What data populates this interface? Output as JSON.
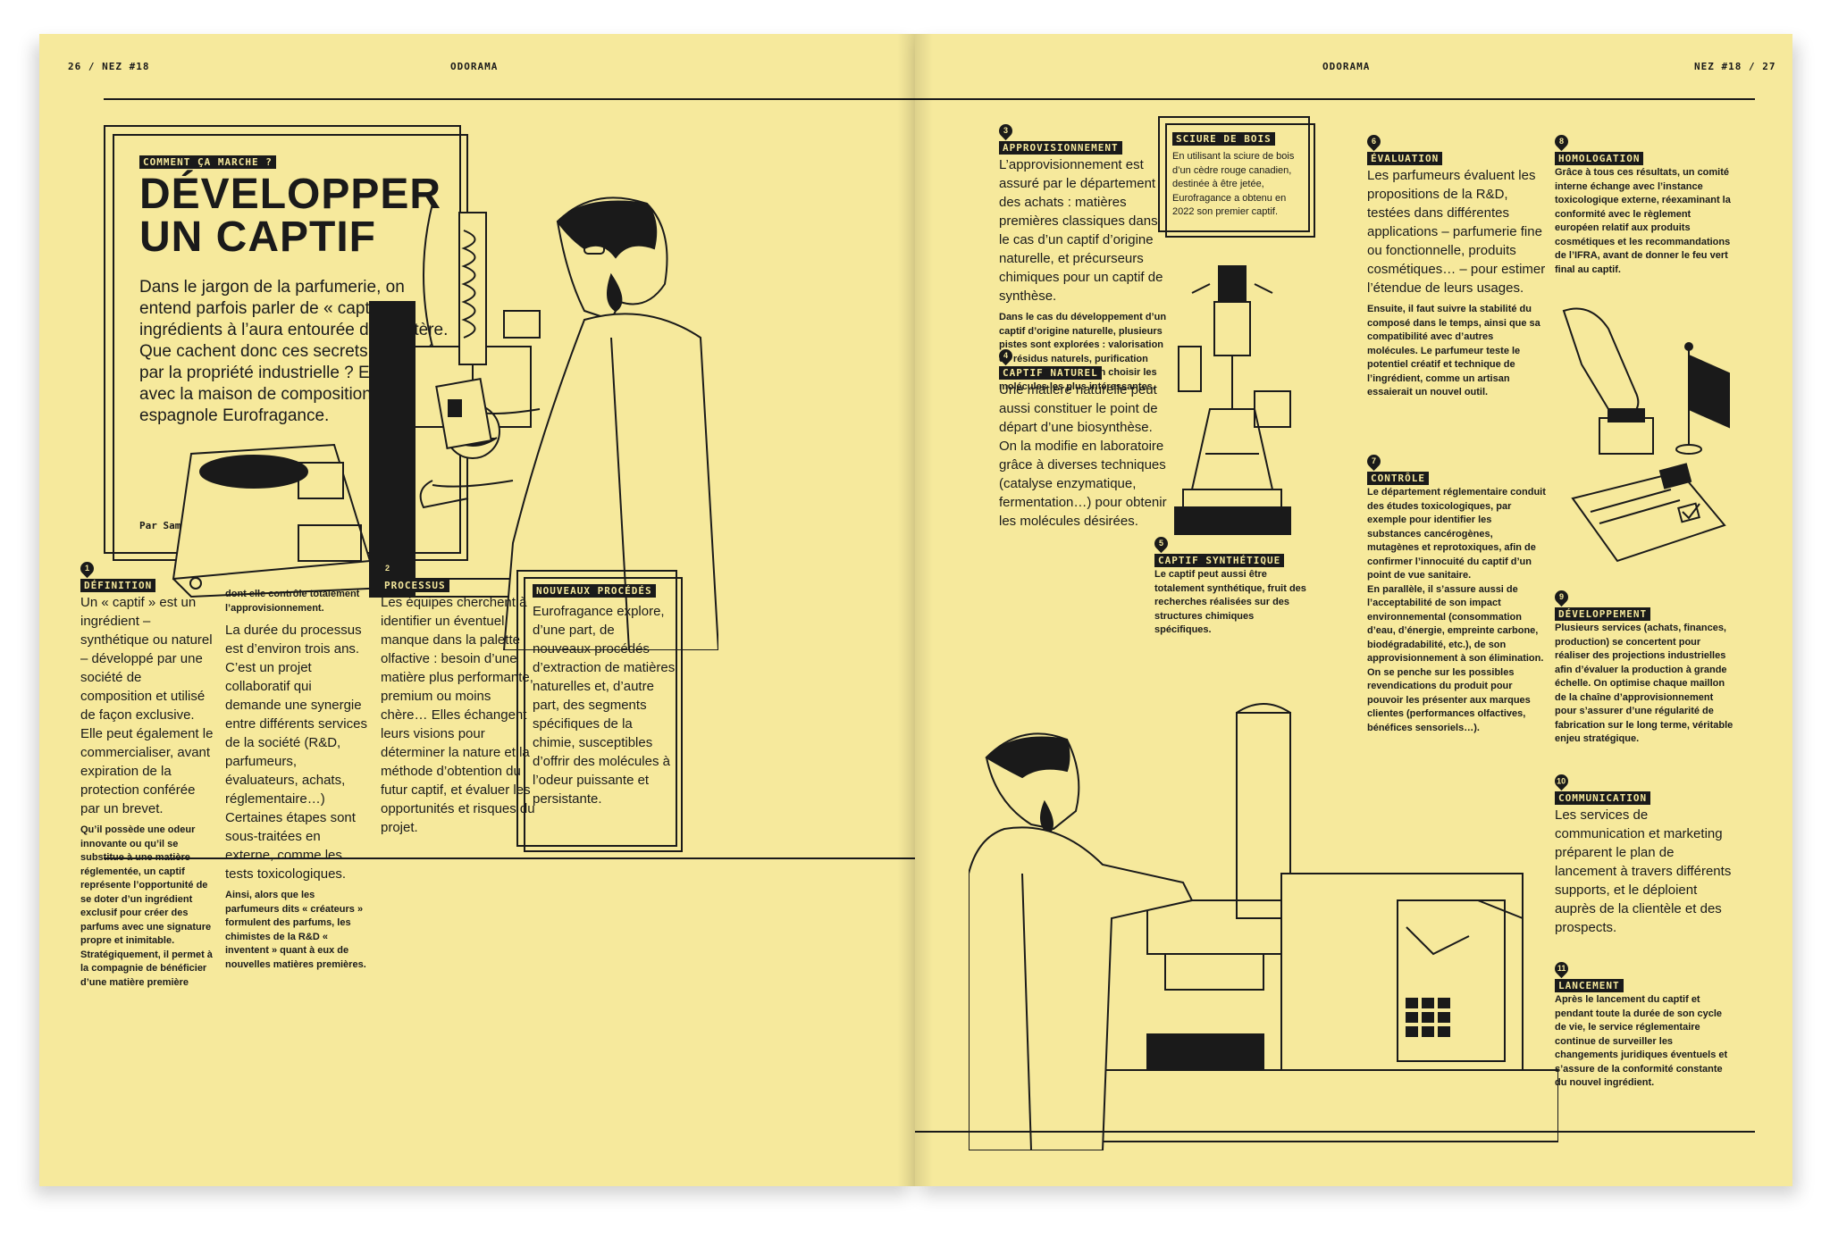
{
  "header": {
    "left_folio": "26 / NEZ #18",
    "left_section": "ODORAMA",
    "right_section": "ODORAMA",
    "right_folio": "NEZ #18 / 27"
  },
  "intro": {
    "kicker": "COMMENT ÇA MARCHE ?",
    "title_line1": "DÉVELOPPER",
    "title_line2": "UN CAPTIF",
    "lede": "Dans le jargon de la parfumerie, on entend parfois parler de « captifs », ingrédients à l’aura entourée de mystère. Que cachent donc ces secrets, protégés par la propriété industrielle ? Explications avec la maison de composition espagnole Eurofragance.",
    "byline": "Par Samuel Douillet"
  },
  "sections": {
    "definition": {
      "number": "1",
      "label": "DÉFINITION",
      "text": "Un « captif » est un ingrédient – synthétique ou naturel – développé par une société de composition et utilisé de façon exclusive. Elle peut également le commercialiser, avant expiration de la protection conférée par un brevet.",
      "small": "Qu’il possède une odeur innovante ou qu’il se substitue à une matière réglementée, un captif représente l’opportunité de se doter d’un ingrédient exclusif pour créer des parfums avec une signature propre et inimitable. Stratégiquement, il permet à la compagnie de bénéficier d’une matière première"
    },
    "definition_cont": {
      "small_top": "dont elle contrôle totalement l’approvisionnement.",
      "text": "La durée du processus est d’environ trois ans. C’est un projet collaboratif qui demande une synergie entre différents services de la société (R&D, parfumeurs, évaluateurs, achats, réglementaire…) Certaines étapes sont sous-traitées en externe, comme les tests toxicologiques.",
      "small": "Ainsi, alors que les parfumeurs dits « créateurs » formulent des parfums, les chimistes de la R&D « inventent » quant à eux de nouvelles matières premières."
    },
    "processus": {
      "number": "2",
      "label": "PROCESSUS",
      "text": "Les équipes cherchent à identifier un éventuel manque dans la palette olfactive : besoin d’une matière plus performante, premium ou moins chère… Elles échangent leurs visions pour déterminer la nature et la méthode d’obtention du futur captif, et évaluer les opportunités et risques du projet."
    },
    "nouveaux": {
      "label": "NOUVEAUX PROCÉDÉS",
      "text": "Eurofragance explore, d’une part, de nouveaux procédés d’extraction de matières naturelles et, d’autre part, des segments spécifiques de la chimie, susceptibles d’offrir des molécules à l’odeur puissante et persistante."
    },
    "approvisionnement": {
      "number": "3",
      "label": "APPROVISIONNEMENT",
      "text": "L’approvisionnement est assuré par le département des achats : matières premières classiques dans le cas d’un captif d’origine naturelle, et précurseurs chimiques pour un captif de synthèse.",
      "small": "Dans le cas du développement d’un captif d’origine naturelle, plusieurs pistes sont explorées : valorisation de résidus naturels, purification d’une essence pour en choisir les molécules les plus intéressantes."
    },
    "captif_naturel": {
      "number": "4",
      "label": "CAPTIF NATUREL",
      "text": "Une matière naturelle peut aussi constituer le point de départ d’une biosynthèse. On la modifie en laboratoire grâce à diverses techniques (catalyse enzymatique, fermentation…) pour obtenir les molécules désirées."
    },
    "sciure": {
      "label": "SCIURE DE BOIS",
      "small": "En utilisant la sciure de bois d’un cèdre rouge canadien, destinée à être jetée, Eurofragance a obtenu en 2022 son premier captif."
    },
    "captif_synthetique": {
      "number": "5",
      "label": "CAPTIF SYNTHÉTIQUE",
      "small": "Le captif peut aussi être totalement synthétique, fruit des recherches réalisées sur des structures chimiques spécifiques."
    },
    "evaluation": {
      "number": "6",
      "label": "ÉVALUATION",
      "text": "Les parfumeurs évaluent les propositions de la R&D, testées dans différentes applications – parfumerie fine ou fonctionnelle, produits cosmétiques… – pour estimer l’étendue de leurs usages.",
      "small": "Ensuite, il faut suivre la stabilité du composé dans le temps, ainsi que sa compatibilité avec d’autres molécules. Le parfumeur teste le potentiel créatif et technique de l’ingrédient, comme un artisan essaierait un nouvel outil."
    },
    "controle": {
      "number": "7",
      "label": "CONTRÔLE",
      "small": "Le département réglementaire conduit des études toxicologiques, par exemple pour identifier les substances cancérogènes, mutagènes et reprotoxiques, afin de confirmer l’innocuité du captif d’un point de vue sanitaire.",
      "small2": "En parallèle, il s’assure aussi de l’acceptabilité de son impact environnemental (consommation d’eau, d’énergie, empreinte carbone, biodégradabilité, etc.), de son approvisionnement à son élimination.",
      "small3": "On se penche sur les possibles revendications du produit pour pouvoir les présenter aux marques clientes (performances olfactives, bénéfices sensoriels…)."
    },
    "homologation": {
      "number": "8",
      "label": "HOMOLOGATION",
      "small": "Grâce à tous ces résultats, un comité interne échange avec l’instance toxicologique externe, réexaminant la conformité avec le règlement européen relatif aux produits cosmétiques et les recommandations de l’IFRA, avant de donner le feu vert final au captif."
    },
    "developpement": {
      "number": "9",
      "label": "DÉVELOPPEMENT",
      "small": "Plusieurs services (achats, finances, production) se concertent pour réaliser des projections industrielles afin d’évaluer la production à grande échelle. On optimise chaque maillon de la chaîne d’approvisionnement pour s’assurer d’une régularité de fabrication sur le long terme, véritable enjeu stratégique."
    },
    "communication": {
      "number": "10",
      "label": "COMMUNICATION",
      "text": "Les services de communication et marketing préparent le plan de lancement à travers différents supports, et le déploient auprès de la clientèle et des prospects."
    },
    "lancement": {
      "number": "11",
      "label": "LANCEMENT",
      "small": "Après le lancement du captif et pendant toute la durée de son cycle de vie, le service réglementaire continue de surveiller les changements juridiques éventuels et s’assure de la conformité constante du nouvel ingrédient."
    }
  },
  "colors": {
    "paper": "#f6e99c",
    "ink": "#1a1a1a"
  }
}
